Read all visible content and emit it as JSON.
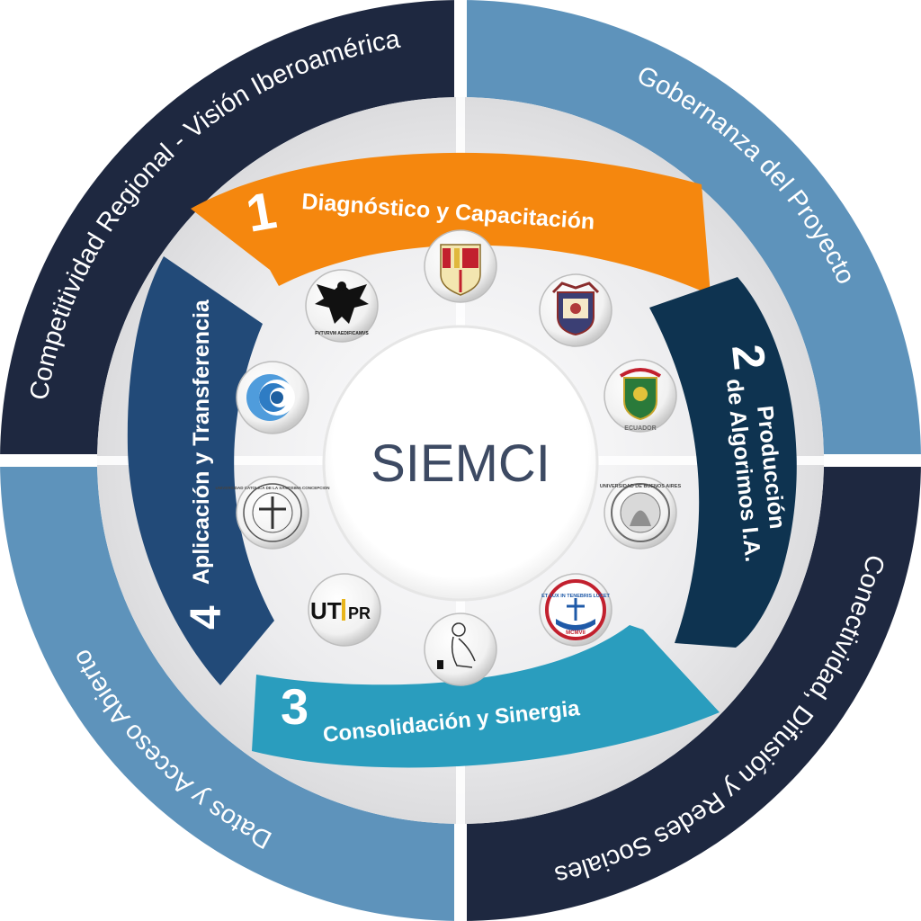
{
  "center": {
    "label": "SIEMCI"
  },
  "quadrants": [
    {
      "id": "top-left",
      "label": "Competitividad Regional - Visión Iberoamérica",
      "color": "#1e2840"
    },
    {
      "id": "top-right",
      "label": "Gobernanza del Proyecto",
      "color": "#5e93bb"
    },
    {
      "id": "bottom-right",
      "label": "Conectividad, Difusión y Redes Sociales",
      "color": "#1e2840"
    },
    {
      "id": "bottom-left",
      "label": "Datos y Acceso Abierto",
      "color": "#5e93bb"
    }
  ],
  "steps": [
    {
      "number": "1",
      "label": "Diagnóstico y Capacitación",
      "color": "#f5870e"
    },
    {
      "number": "2",
      "line1": "Producción",
      "line2": "de Algorimos I.A.",
      "color": "#0e3350"
    },
    {
      "number": "3",
      "label": "Consolidación y Sinergia",
      "color": "#2a9dbe"
    },
    {
      "number": "4",
      "label": "Aplicación y Transferencia",
      "color": "#224a78"
    }
  ],
  "logos": {
    "eagle_motto": "FVTVRVM AEDIFICAMVS",
    "ecuador_label": "ECUADOR",
    "uba_label": "UNIVERSIDAD DE BUENOS AIRES",
    "lux_motto": "ET LUX IN TENEBRIS LUCET",
    "lux_year": "MCMVII",
    "utfpr_a": "UT",
    "utfpr_b": "PR",
    "catolica_label": "UNIVERSIDAD CATOLICA DE LA SANTISIMA CONCEPCION"
  }
}
